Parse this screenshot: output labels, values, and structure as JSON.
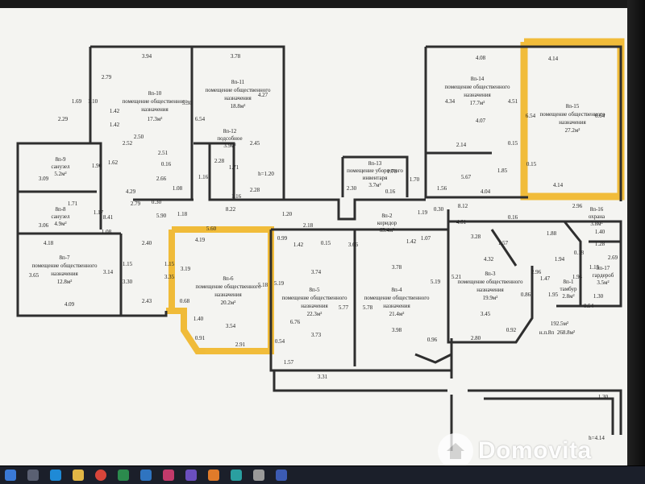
{
  "plan": {
    "rooms": [
      {
        "id": "8n-10",
        "name": "8п-10",
        "desc": "помещение общественного",
        "desc2": "назначения",
        "area": "17.3м²"
      },
      {
        "id": "8n-11",
        "name": "8п-11",
        "desc": "помещение общественного",
        "desc2": "назначения",
        "area": "18.8м²"
      },
      {
        "id": "8n-12",
        "name": "8п-12",
        "desc": "подсобное",
        "desc2": "",
        "area": "3.9м²"
      },
      {
        "id": "8n-9",
        "name": "8п-9",
        "desc": "санузел",
        "desc2": "",
        "area": "5.2м²"
      },
      {
        "id": "8n-8",
        "name": "8п-8",
        "desc": "санузел",
        "desc2": "",
        "area": "4.9м²"
      },
      {
        "id": "8n-7",
        "name": "8п-7",
        "desc": "помещение общественного",
        "desc2": "назначения",
        "area": "12.8м²"
      },
      {
        "id": "8n-13",
        "name": "8п-13",
        "desc": "помещение уборочного",
        "desc2": "инвентаря",
        "area": "3.7м²"
      },
      {
        "id": "8n-14",
        "name": "8п-14",
        "desc": "помещение общественного",
        "desc2": "назначения",
        "area": "17.7м²"
      },
      {
        "id": "8n-15",
        "name": "8п-15",
        "desc": "помещение общественного",
        "desc2": "назначения",
        "area": "27.2м²"
      },
      {
        "id": "8n-2",
        "name": "8п-2",
        "desc": "коридор",
        "desc2": "",
        "area": "63.4м²"
      },
      {
        "id": "8n-16",
        "name": "8п-16",
        "desc": "охрана",
        "desc2": "",
        "area": "3.8м²"
      },
      {
        "id": "8n-17",
        "name": "8п-17",
        "desc": "гардероб",
        "desc2": "",
        "area": "3.5м²"
      },
      {
        "id": "8n-1",
        "name": "8п-1",
        "desc": "тамбур",
        "desc2": "",
        "area": "2.8м²"
      },
      {
        "id": "8n-6",
        "name": "8п-6",
        "desc": "помещение общественного",
        "desc2": "назначения",
        "area": "20.2м²"
      },
      {
        "id": "8n-5",
        "name": "8п-5",
        "desc": "помещение общественного",
        "desc2": "назначения",
        "area": "22.3м²"
      },
      {
        "id": "8n-4",
        "name": "8п-4",
        "desc": "помещение общественного",
        "desc2": "назначения",
        "area": "21.4м²"
      },
      {
        "id": "8n-3",
        "name": "8п-3",
        "desc": "помещение общественного",
        "desc2": "назначения",
        "area": "19.9м²"
      }
    ],
    "dimensions": [
      "3.94",
      "3.78",
      "2.79",
      "5.30",
      "4.27",
      "6.54",
      "1.69",
      "1.10",
      "1.42",
      "1.42",
      "2.29",
      "2.52",
      "2.50",
      "2.51",
      "2.66",
      "0.16",
      "1.16",
      "2.28",
      "1.71",
      "2.45",
      "h=1.20",
      "1.62",
      "3.09",
      "1.90",
      "1.71",
      "3.06",
      "1.17",
      "4.18",
      "1.08",
      "1.08",
      "1.16",
      "2.28",
      "4.29",
      "2.79",
      "0.30",
      "8.22",
      "1.20",
      "2.18",
      "5.90",
      "8.41",
      "1.18",
      "2.40",
      "3.65",
      "3.14",
      "3.30",
      "1.15",
      "1.15",
      "3.35",
      "4.09",
      "2.43",
      "0.68",
      "5.60",
      "4.19",
      "3.19",
      "1.40",
      "0.91",
      "2.91",
      "3.54",
      "5.18",
      "0.99",
      "1.42",
      "0.15",
      "3.66",
      "1.07",
      "1.42",
      "3.74",
      "5.19",
      "6.76",
      "3.73",
      "0.54",
      "1.57",
      "3.31",
      "3.78",
      "5.78",
      "5.77",
      "3.98",
      "5.19",
      "0.96",
      "4.08",
      "4.34",
      "4.51",
      "4.07",
      "2.14",
      "0.15",
      "1.85",
      "5.67",
      "2.30",
      "1.70",
      "1.70",
      "0.16",
      "1.56",
      "4.14",
      "6.54",
      "6.64",
      "0.15",
      "4.14",
      "4.04",
      "8.12",
      "0.30",
      "4.61",
      "1.19",
      "0.16",
      "3.28",
      "4.32",
      "1.57",
      "5.21",
      "2.96",
      "1.47",
      "1.95",
      "0.86",
      "3.45",
      "2.80",
      "0.92",
      "2.96",
      "1.88",
      "1.40",
      "1.28",
      "1.94",
      "1.94",
      "1.15",
      "0.18",
      "2.69",
      "1.30",
      "0.54",
      "1.30",
      "h=4.14"
    ],
    "totals": {
      "line1": "192.5м²",
      "line2": "н.п.8п",
      "line3": "268.8м²"
    },
    "highlight_color": "#f0b21a"
  },
  "watermark": {
    "brand": "Domovita"
  },
  "taskbar": {
    "icons": [
      "windows-icon",
      "search-icon",
      "edge-icon",
      "explorer-icon",
      "chrome-icon",
      "store-icon",
      "mail-icon",
      "settings-icon",
      "app-icon",
      "app-icon",
      "app-icon",
      "app-icon",
      "app-icon"
    ]
  }
}
